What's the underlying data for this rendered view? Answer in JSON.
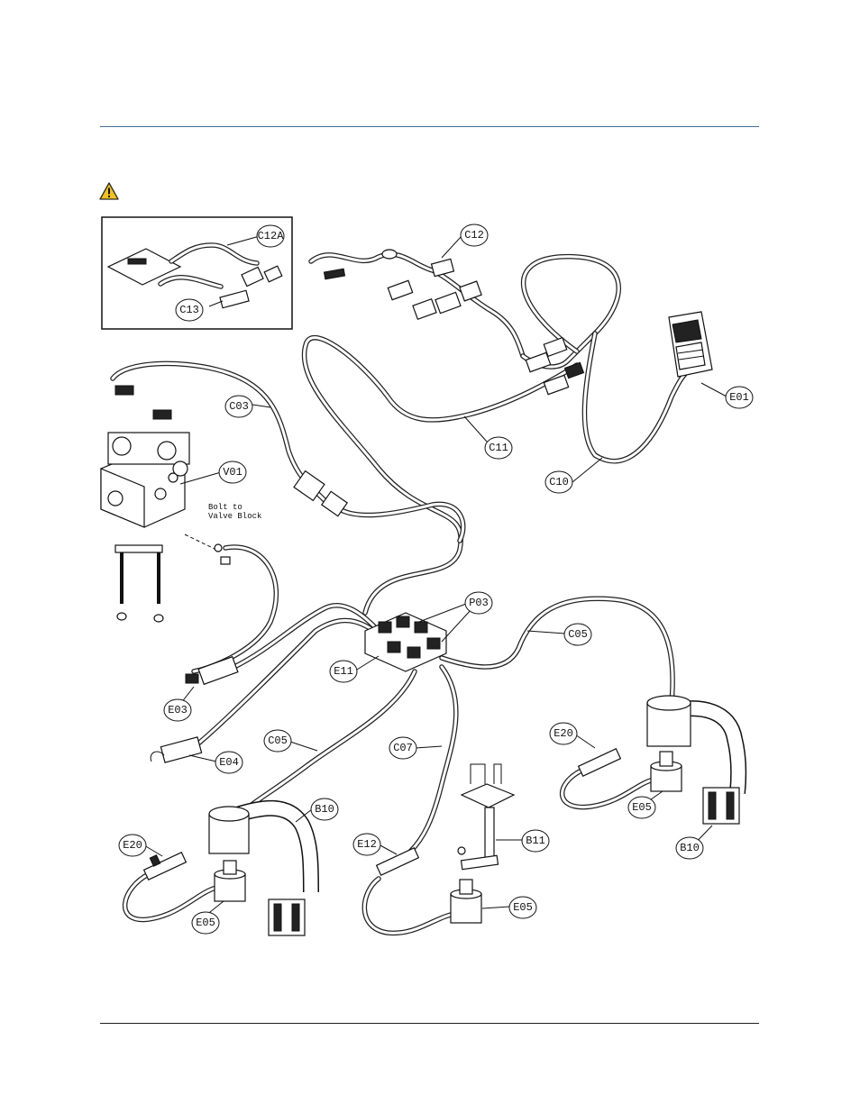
{
  "callouts": {
    "c12a": "C12A",
    "c12": "C12",
    "c13": "C13",
    "c03": "C03",
    "v01": "V01",
    "c11": "C11",
    "e01": "E01",
    "c10": "C10",
    "p03": "P03",
    "c05_right": "C05",
    "e11": "E11",
    "e03": "E03",
    "e04": "E04",
    "c05_left": "C05",
    "c07": "C07",
    "e20_right": "E20",
    "e05_right": "E05",
    "b10_right": "B10",
    "b10_left": "B10",
    "e20_left": "E20",
    "e05_left": "E05",
    "e12": "E12",
    "b11": "B11",
    "e05_center": "E05"
  },
  "notes": {
    "bolt_line1": "Bolt to",
    "bolt_line2": "Valve Block"
  },
  "icons": {
    "warning": "warning-icon"
  },
  "colors": {
    "header_rule": "#3f6f92",
    "warning_fill": "#f2c318",
    "ink": "#111111"
  }
}
